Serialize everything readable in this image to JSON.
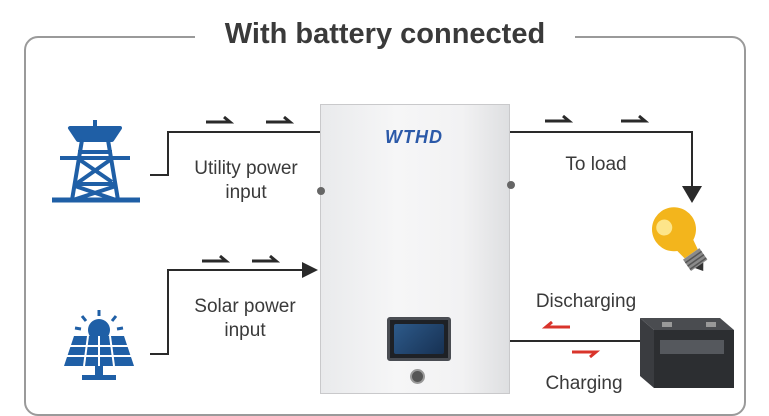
{
  "title": "With battery connected",
  "device": {
    "brand": "WTHD"
  },
  "labels": {
    "utility_line1": "Utility power",
    "utility_line2": "input",
    "to_load": "To load",
    "solar_line1": "Solar power",
    "solar_line2": "input",
    "discharging": "Discharging",
    "charging": "Charging"
  },
  "icons": {
    "utility": "power-tower-icon",
    "solar": "solar-panel-icon",
    "load": "light-bulb-icon",
    "battery": "battery-icon"
  },
  "colors": {
    "icon_blue": "#1f5fa6",
    "line": "#2a2a2a",
    "arrow_red": "#d9342b",
    "bulb": "#f3b51c"
  }
}
